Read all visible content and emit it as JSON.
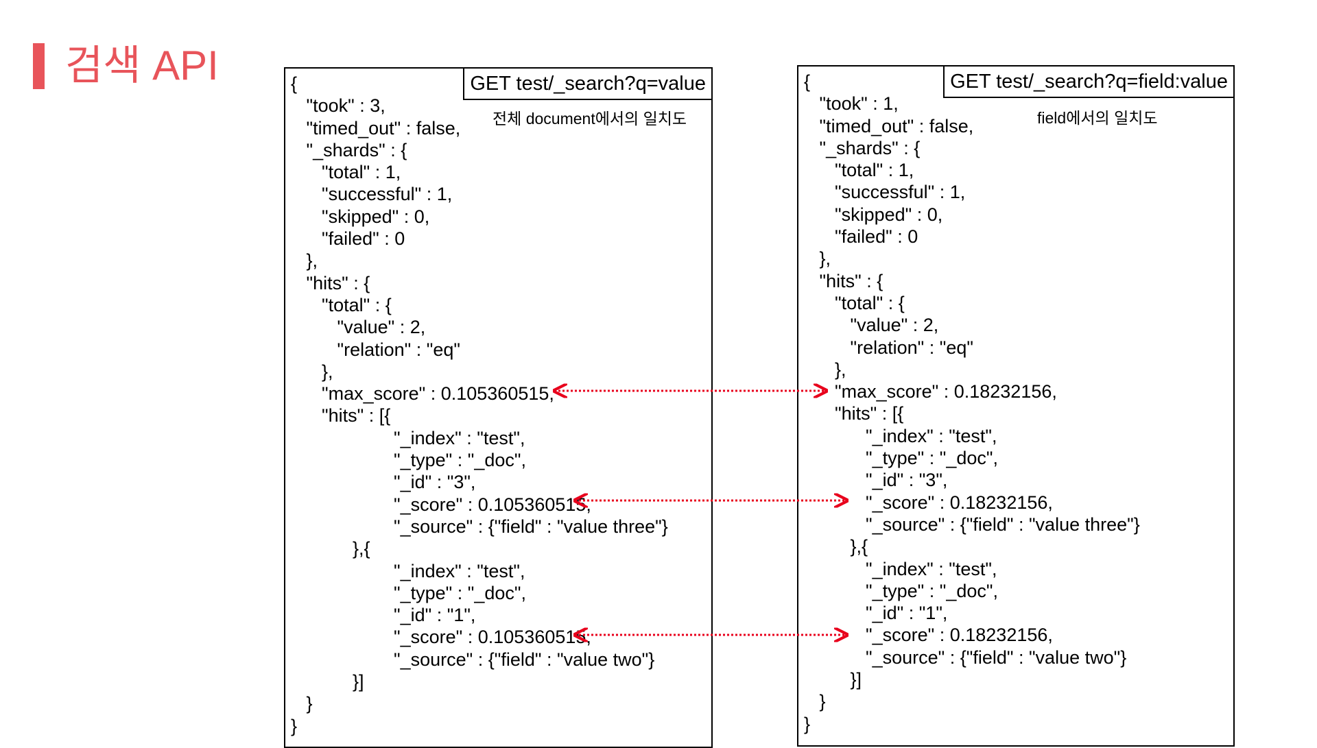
{
  "slide": {
    "title": "검색 API",
    "accent": "#e8545a"
  },
  "left": {
    "request": "GET test/_search?q=value",
    "note": "전체 document에서의 일치도",
    "json": "{\n   \"took\" : 3,\n   \"timed_out\" : false,\n   \"_shards\" : {\n      \"total\" : 1,\n      \"successful\" : 1,\n      \"skipped\" : 0,\n      \"failed\" : 0\n   },\n   \"hits\" : {\n      \"total\" : {\n         \"value\" : 2,\n         \"relation\" : \"eq\"\n      },\n      \"max_score\" : 0.105360515,\n      \"hits\" : [{\n                    \"_index\" : \"test\",\n                    \"_type\" : \"_doc\",\n                    \"_id\" : \"3\",\n                    \"_score\" : 0.105360515,\n                    \"_source\" : {\"field\" : \"value three\"}\n            },{\n                    \"_index\" : \"test\",\n                    \"_type\" : \"_doc\",\n                    \"_id\" : \"1\",\n                    \"_score\" : 0.105360515,\n                    \"_source\" : {\"field\" : \"value two\"}\n            }]\n   }\n}"
  },
  "right": {
    "request": "GET test/_search?q=field:value",
    "note": "field에서의 일치도",
    "json": "{\n   \"took\" : 1,\n   \"timed_out\" : false,\n   \"_shards\" : {\n      \"total\" : 1,\n      \"successful\" : 1,\n      \"skipped\" : 0,\n      \"failed\" : 0\n   },\n   \"hits\" : {\n      \"total\" : {\n         \"value\" : 2,\n         \"relation\" : \"eq\"\n      },\n      \"max_score\" : 0.18232156,\n      \"hits\" : [{\n            \"_index\" : \"test\",\n            \"_type\" : \"_doc\",\n            \"_id\" : \"3\",\n            \"_score\" : 0.18232156,\n            \"_source\" : {\"field\" : \"value three\"}\n         },{\n            \"_index\" : \"test\",\n            \"_type\" : \"_doc\",\n            \"_id\" : \"1\",\n            \"_score\" : 0.18232156,\n            \"_source\" : {\"field\" : \"value two\"}\n         }]\n   }\n}"
  },
  "arrow_color": "#e8001c"
}
